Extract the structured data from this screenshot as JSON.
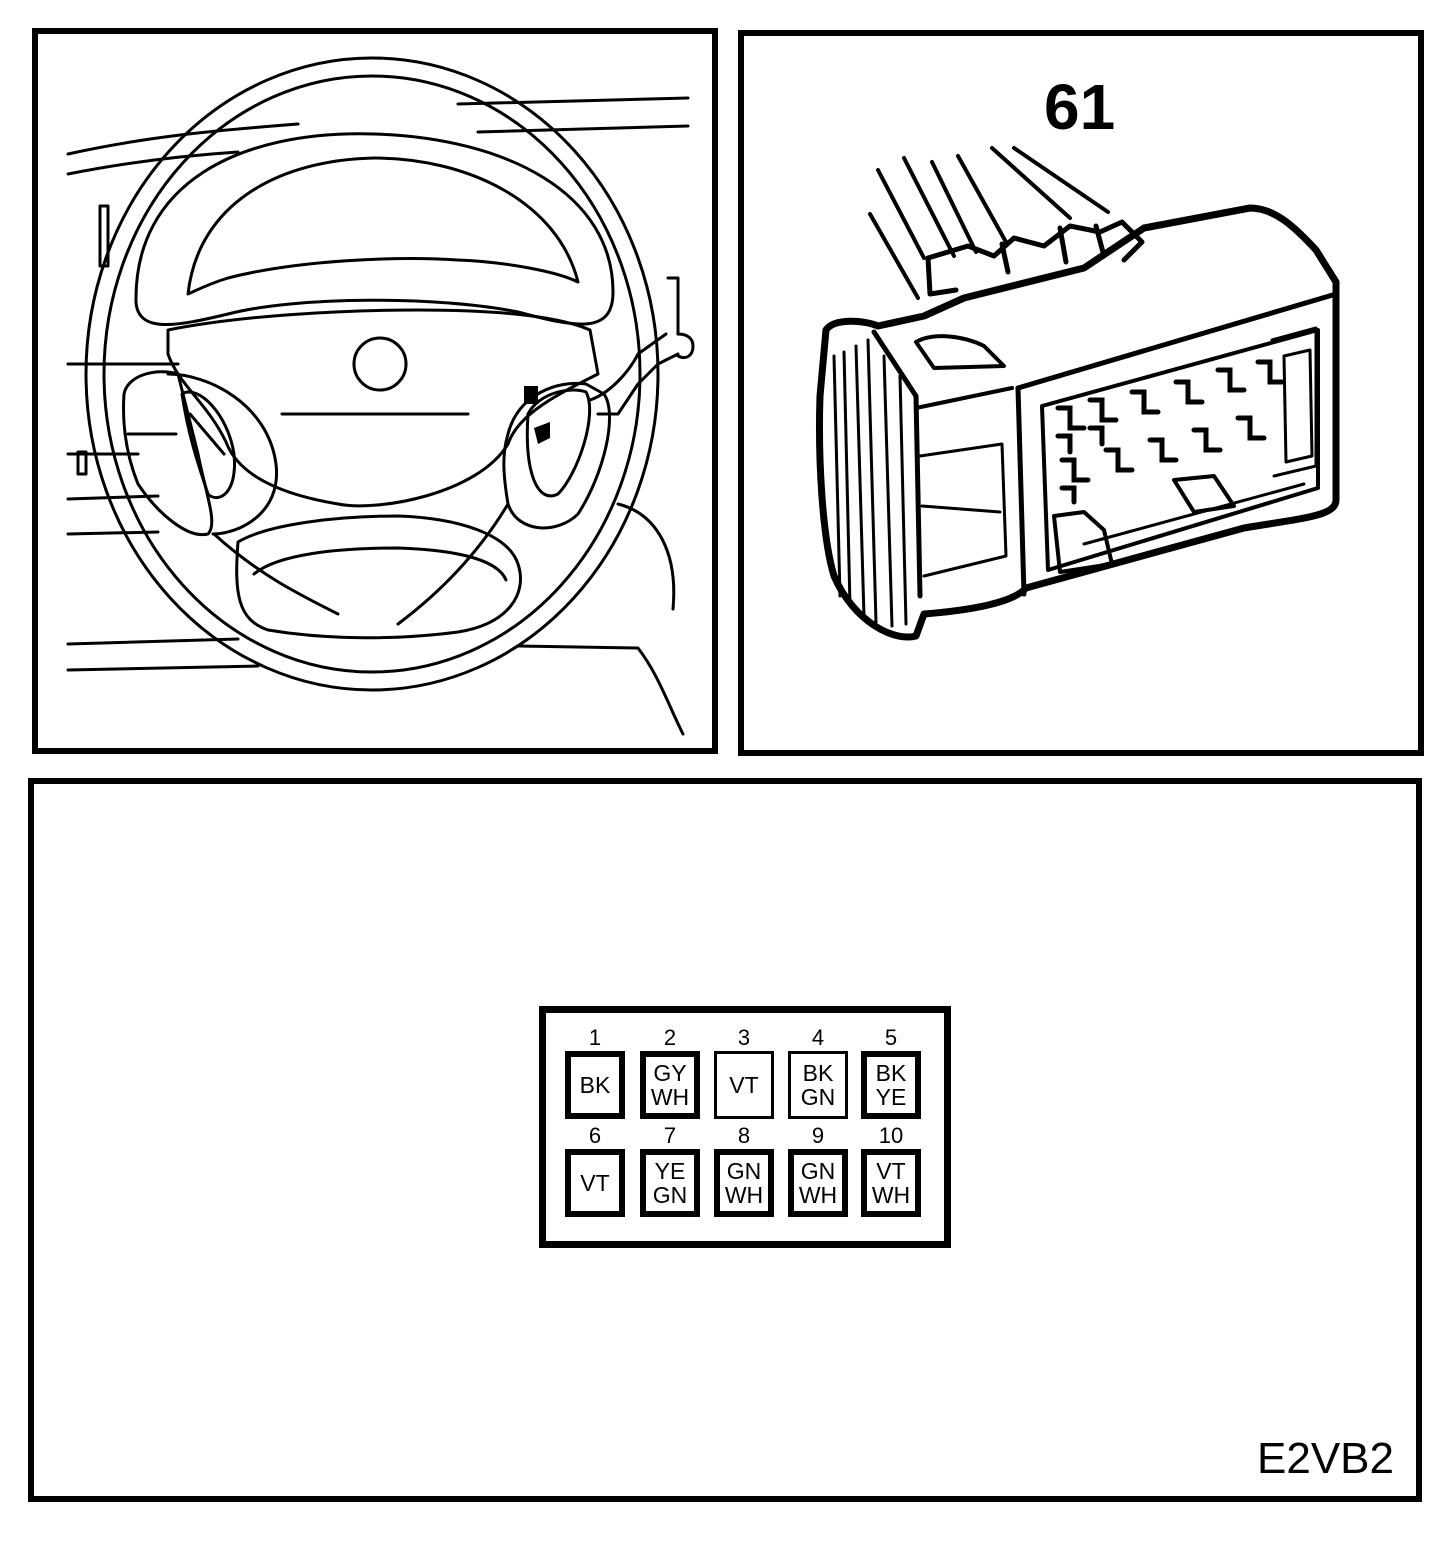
{
  "connector": {
    "id": "61",
    "pins_top": [
      {
        "num": "1",
        "colors": [
          "BK"
        ]
      },
      {
        "num": "2",
        "colors": [
          "GY",
          "WH"
        ]
      },
      {
        "num": "3",
        "colors": [
          "VT"
        ]
      },
      {
        "num": "4",
        "colors": [
          "BK",
          "GN"
        ]
      },
      {
        "num": "5",
        "colors": [
          "BK",
          "YE"
        ]
      }
    ],
    "pins_bottom": [
      {
        "num": "6",
        "colors": [
          "VT"
        ]
      },
      {
        "num": "7",
        "colors": [
          "YE",
          "GN"
        ]
      },
      {
        "num": "8",
        "colors": [
          "GN",
          "WH"
        ]
      },
      {
        "num": "9",
        "colors": [
          "GN",
          "WH"
        ]
      },
      {
        "num": "10",
        "colors": [
          "VT",
          "WH"
        ]
      }
    ]
  },
  "document": {
    "code": "E2VB2"
  }
}
